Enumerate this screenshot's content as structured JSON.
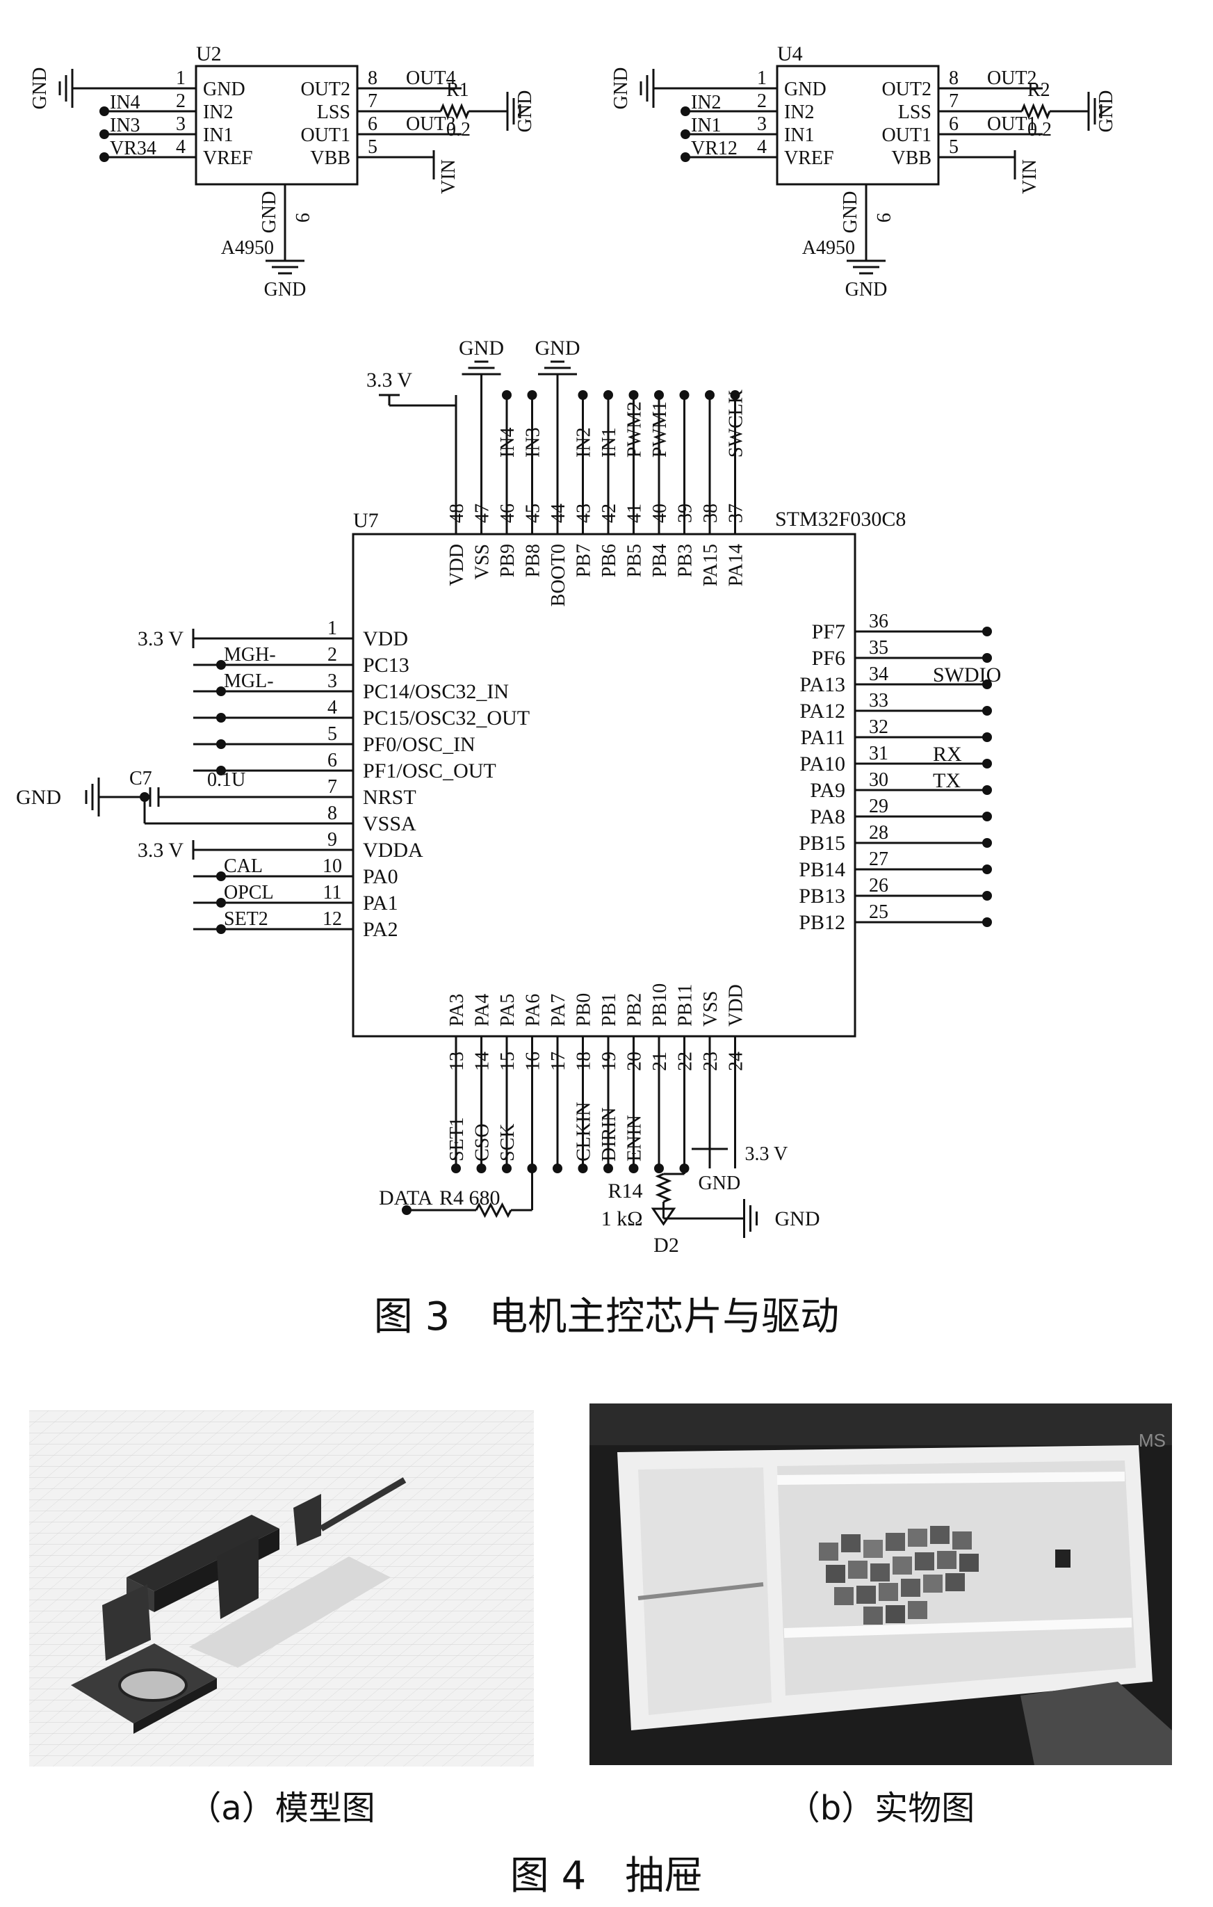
{
  "driver_left": {
    "ref": "U2",
    "part": "A4950",
    "left_pins": [
      {
        "num": "1",
        "name": "GND",
        "net": "GND"
      },
      {
        "num": "2",
        "name": "IN2",
        "net": "IN4"
      },
      {
        "num": "3",
        "name": "IN1",
        "net": "IN3"
      },
      {
        "num": "4",
        "name": "VREF",
        "net": "VR34"
      }
    ],
    "right_pins": [
      {
        "num": "8",
        "name": "OUT2",
        "net": "OUT4"
      },
      {
        "num": "7",
        "name": "LSS",
        "net": ""
      },
      {
        "num": "6",
        "name": "OUT1",
        "net": "OUT3"
      },
      {
        "num": "5",
        "name": "VBB",
        "net": "VIN"
      }
    ],
    "bottom_pin": {
      "num": "9",
      "name": "GND",
      "net": "GND"
    },
    "resistor": {
      "ref": "R1",
      "value": "0.2"
    },
    "gnd_label": "GND"
  },
  "driver_right": {
    "ref": "U4",
    "part": "A4950",
    "left_pins": [
      {
        "num": "1",
        "name": "GND",
        "net": "GND"
      },
      {
        "num": "2",
        "name": "IN2",
        "net": "IN2"
      },
      {
        "num": "3",
        "name": "IN1",
        "net": "IN1"
      },
      {
        "num": "4",
        "name": "VREF",
        "net": "VR12"
      }
    ],
    "right_pins": [
      {
        "num": "8",
        "name": "OUT2",
        "net": "OUT2"
      },
      {
        "num": "7",
        "name": "LSS",
        "net": ""
      },
      {
        "num": "6",
        "name": "OUT1",
        "net": "OUT1"
      },
      {
        "num": "5",
        "name": "VBB",
        "net": "VIN"
      }
    ],
    "bottom_pin": {
      "num": "9",
      "name": "GND",
      "net": "GND"
    },
    "resistor": {
      "ref": "R2",
      "value": "0.2"
    },
    "gnd_label": "GND"
  },
  "mcu": {
    "ref": "U7",
    "part": "STM32F030C8",
    "left_pins": [
      {
        "num": "1",
        "name": "VDD",
        "net": "3.3 V"
      },
      {
        "num": "2",
        "name": "PC13",
        "net": "MGH-"
      },
      {
        "num": "3",
        "name": "PC14/OSC32_IN",
        "net": "MGL-"
      },
      {
        "num": "4",
        "name": "PC15/OSC32_OUT",
        "net": ""
      },
      {
        "num": "5",
        "name": "PF0/OSC_IN",
        "net": ""
      },
      {
        "num": "6",
        "name": "PF1/OSC_OUT",
        "net": ""
      },
      {
        "num": "7",
        "name": "NRST",
        "net": ""
      },
      {
        "num": "8",
        "name": "VSSA",
        "net": ""
      },
      {
        "num": "9",
        "name": "VDDA",
        "net": "3.3 V"
      },
      {
        "num": "10",
        "name": "PA0",
        "net": "CAL"
      },
      {
        "num": "11",
        "name": "PA1",
        "net": "OPCL"
      },
      {
        "num": "12",
        "name": "PA2",
        "net": "SET2"
      }
    ],
    "right_pins": [
      {
        "num": "36",
        "name": "PF7",
        "net": ""
      },
      {
        "num": "35",
        "name": "PF6",
        "net": ""
      },
      {
        "num": "34",
        "name": "PA13",
        "net": "SWDIO"
      },
      {
        "num": "33",
        "name": "PA12",
        "net": ""
      },
      {
        "num": "32",
        "name": "PA11",
        "net": ""
      },
      {
        "num": "31",
        "name": "PA10",
        "net": "RX"
      },
      {
        "num": "30",
        "name": "PA9",
        "net": "TX"
      },
      {
        "num": "29",
        "name": "PA8",
        "net": ""
      },
      {
        "num": "28",
        "name": "PB15",
        "net": ""
      },
      {
        "num": "27",
        "name": "PB14",
        "net": ""
      },
      {
        "num": "26",
        "name": "PB13",
        "net": ""
      },
      {
        "num": "25",
        "name": "PB12",
        "net": ""
      }
    ],
    "top_pins": [
      {
        "num": "48",
        "name": "VDD",
        "net": "3.3 V"
      },
      {
        "num": "47",
        "name": "VSS",
        "net": "GND"
      },
      {
        "num": "46",
        "name": "PB9",
        "net": "IN4"
      },
      {
        "num": "45",
        "name": "PB8",
        "net": "IN3"
      },
      {
        "num": "44",
        "name": "BOOT0",
        "net": "GND"
      },
      {
        "num": "43",
        "name": "PB7",
        "net": "IN2"
      },
      {
        "num": "42",
        "name": "PB6",
        "net": "IN1"
      },
      {
        "num": "41",
        "name": "PB5",
        "net": "PWM2"
      },
      {
        "num": "40",
        "name": "PB4",
        "net": "PWM1"
      },
      {
        "num": "39",
        "name": "PB3",
        "net": ""
      },
      {
        "num": "38",
        "name": "PA15",
        "net": ""
      },
      {
        "num": "37",
        "name": "PA14",
        "net": "SWCLK"
      }
    ],
    "bottom_pins": [
      {
        "num": "13",
        "name": "PA3",
        "net": "SET1"
      },
      {
        "num": "14",
        "name": "PA4",
        "net": "CSO"
      },
      {
        "num": "15",
        "name": "PA5",
        "net": "SCK"
      },
      {
        "num": "16",
        "name": "PA6",
        "net": ""
      },
      {
        "num": "17",
        "name": "PA7",
        "net": ""
      },
      {
        "num": "18",
        "name": "PB0",
        "net": "CLKIN"
      },
      {
        "num": "19",
        "name": "PB1",
        "net": "DIRIN"
      },
      {
        "num": "20",
        "name": "PB2",
        "net": "ENIN"
      },
      {
        "num": "21",
        "name": "PB10",
        "net": ""
      },
      {
        "num": "22",
        "name": "PB11",
        "net": ""
      },
      {
        "num": "23",
        "name": "VSS",
        "net": ""
      },
      {
        "num": "24",
        "name": "VDD",
        "net": ""
      }
    ],
    "cap": {
      "ref": "C7",
      "value": "0.1U"
    },
    "gnd_label": "GND",
    "vdd_label": "3.3 V",
    "data_net": "DATA",
    "r4": {
      "ref": "R4",
      "value": "680"
    },
    "r14": {
      "ref": "R14",
      "value": "1 kΩ"
    },
    "led": {
      "ref": "D2"
    }
  },
  "figure3_caption": "图 3　电机主控芯片与驱动",
  "figure4": {
    "caption": "图 4　抽屉",
    "sub_a": "（a）模型图",
    "sub_b": "（b）实物图",
    "photo_text": "MS"
  }
}
